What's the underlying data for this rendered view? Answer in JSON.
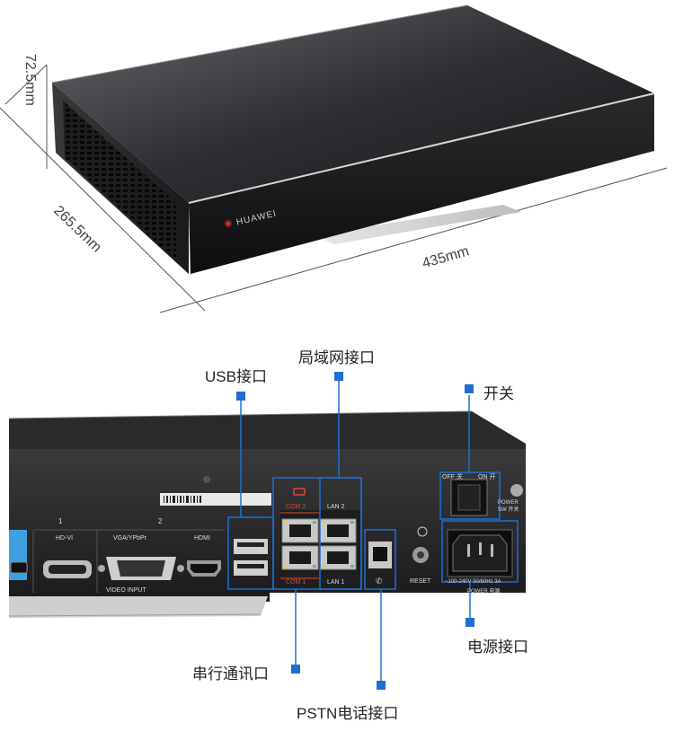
{
  "dimensions": {
    "height": "72.5mm",
    "depth": "265.5mm",
    "width": "435mm"
  },
  "brand": "HUAWEI",
  "callouts": {
    "usb": "USB接口",
    "lan": "局域网接口",
    "power_switch": "开关",
    "serial": "串行通讯口",
    "pstn": "PSTN电话接口",
    "power_port": "电源接口"
  },
  "panel_labels": {
    "hd_vi": "HD-VI",
    "vga": "VGA/YPbPr",
    "hdmi": "HDMI",
    "video_input": "VIDEO INPUT",
    "input_1": "1",
    "input_2": "2",
    "com2": "COM 2",
    "com1": "COM 1",
    "lan2": "LAN 2",
    "lan1": "LAN 1",
    "reset": "RESET",
    "off": "OFF 关",
    "on": "ON 开",
    "power_sw": "POWER SW 开关",
    "power": "POWER 电源",
    "voltage": "~100-240V  50/60Hz  3A"
  },
  "colors": {
    "callout_blue": "#1e6fd0",
    "com_red": "#e0453a",
    "device_dark": "#1c1c1e"
  }
}
